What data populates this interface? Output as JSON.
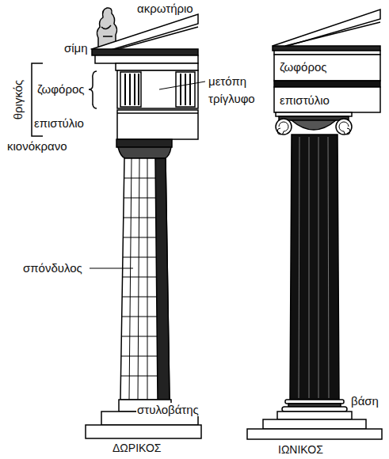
{
  "diagram": {
    "labels": [
      "ακρωτήριο",
      "σίμη",
      "θριγκός",
      "ζωφόρος",
      "μετόπη",
      "τρίγλυφο",
      "επιστύλιο",
      "κιονόκρανο",
      "σπόνδυλος",
      "στυλοβάτης",
      "ΔΩΡΙΚΟΣ",
      "ζωφόρος",
      "επιστύλιο",
      "βάση",
      "ΙΩΝΙΚΟΣ"
    ]
  }
}
